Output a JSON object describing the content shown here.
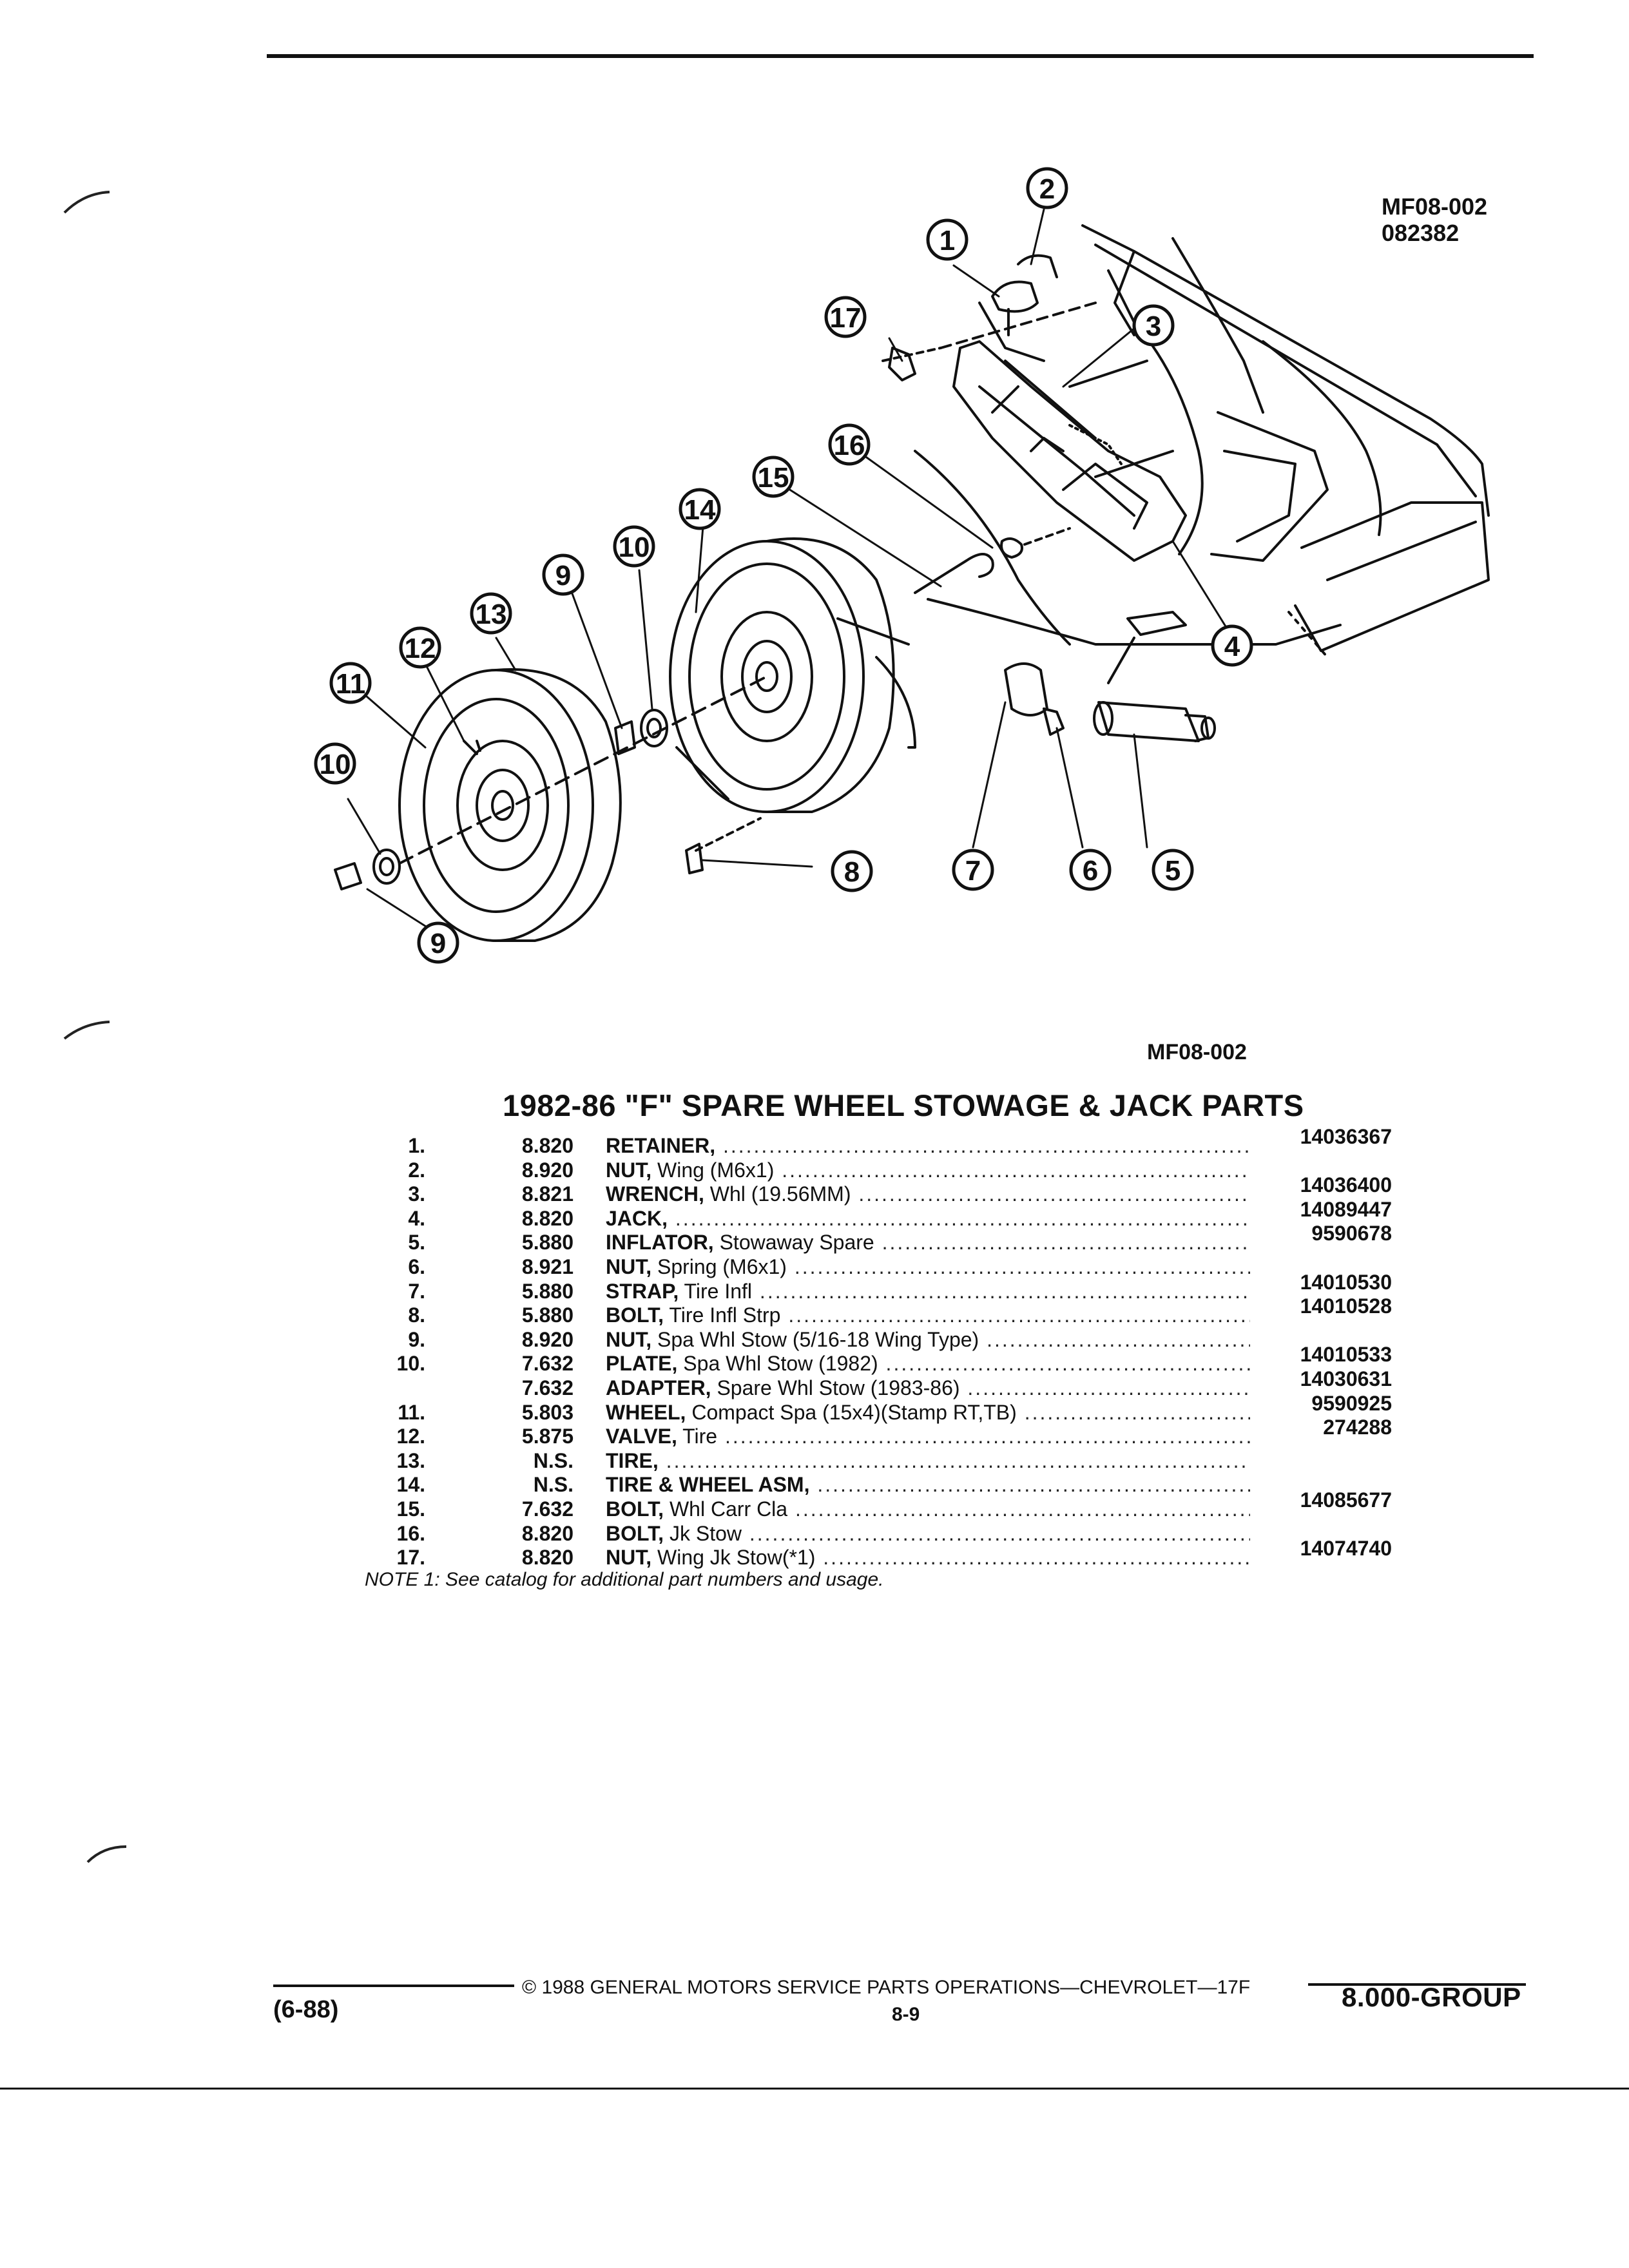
{
  "header": {
    "figure_code": "MF08-002",
    "figure_date": "082382"
  },
  "illustration": {
    "description_icon": "spare-wheel-exploded-diagram",
    "callouts": [
      "1",
      "2",
      "3",
      "4",
      "5",
      "6",
      "7",
      "8",
      "9",
      "9",
      "10",
      "10",
      "11",
      "12",
      "13",
      "14",
      "15",
      "16",
      "17"
    ]
  },
  "caption": {
    "figure_code": "MF08-002"
  },
  "parts": {
    "title": "1982-86 \"F\" SPARE WHEEL STOWAGE & JACK PARTS",
    "rows": [
      {
        "no": "1.",
        "group": "8.820",
        "name": "RETAINER,",
        "desc": "",
        "pn": "14036367"
      },
      {
        "no": "2.",
        "group": "8.920",
        "name": "NUT,",
        "desc": " Wing (M6x1)",
        "pn": ""
      },
      {
        "no": "3.",
        "group": "8.821",
        "name": "WRENCH,",
        "desc": " Whl (19.56MM)",
        "pn": "14036400"
      },
      {
        "no": "4.",
        "group": "8.820",
        "name": "JACK,",
        "desc": "",
        "pn": "14089447"
      },
      {
        "no": "5.",
        "group": "5.880",
        "name": "INFLATOR,",
        "desc": " Stowaway Spare",
        "pn": "9590678"
      },
      {
        "no": "6.",
        "group": "8.921",
        "name": "NUT,",
        "desc": " Spring (M6x1)",
        "pn": ""
      },
      {
        "no": "7.",
        "group": "5.880",
        "name": "STRAP,",
        "desc": " Tire Infl",
        "pn": "14010530"
      },
      {
        "no": "8.",
        "group": "5.880",
        "name": "BOLT,",
        "desc": " Tire Infl Strp",
        "pn": "14010528"
      },
      {
        "no": "9.",
        "group": "8.920",
        "name": "NUT,",
        "desc": " Spa Whl Stow (5/16-18 Wing Type)",
        "pn": ""
      },
      {
        "no": "10.",
        "group": "7.632",
        "name": "PLATE,",
        "desc": " Spa Whl Stow (1982)",
        "pn": "14010533"
      },
      {
        "no": "",
        "group": "7.632",
        "name": "ADAPTER,",
        "desc": " Spare Whl Stow (1983-86)",
        "pn": "14030631"
      },
      {
        "no": "11.",
        "group": "5.803",
        "name": "WHEEL,",
        "desc": " Compact Spa (15x4)(Stamp RT,TB)",
        "pn": "9590925"
      },
      {
        "no": "12.",
        "group": "5.875",
        "name": "VALVE,",
        "desc": " Tire",
        "pn": "274288"
      },
      {
        "no": "13.",
        "group": "N.S.",
        "name": "TIRE,",
        "desc": "",
        "pn": ""
      },
      {
        "no": "14.",
        "group": "N.S.",
        "name": "TIRE & WHEEL ASM,",
        "desc": "",
        "pn": ""
      },
      {
        "no": "15.",
        "group": "7.632",
        "name": "BOLT,",
        "desc": " Whl Carr Cla",
        "pn": "14085677"
      },
      {
        "no": "16.",
        "group": "8.820",
        "name": "BOLT,",
        "desc": " Jk Stow",
        "pn": ""
      },
      {
        "no": "17.",
        "group": "8.820",
        "name": "NUT,",
        "desc": " Wing Jk Stow(*1)",
        "pn": "14074740"
      }
    ],
    "note": "NOTE 1: See catalog for additional part numbers and usage."
  },
  "footer": {
    "copyright": "© 1988 GENERAL MOTORS SERVICE PARTS OPERATIONS—CHEVROLET—17F",
    "page": "8-9",
    "revision": "(6-88)",
    "group": "8.000-GROUP"
  }
}
